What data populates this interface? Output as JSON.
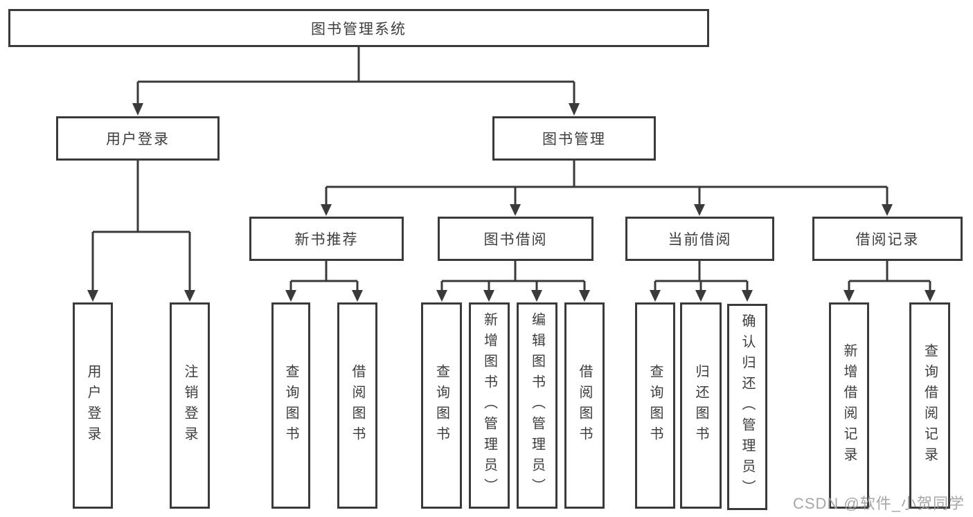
{
  "tree": {
    "root": {
      "label": "图书管理系统",
      "children": [
        {
          "label": "用户登录",
          "children": [
            {
              "label": "用户登录"
            },
            {
              "label": "注销登录"
            }
          ]
        },
        {
          "label": "图书管理",
          "children": [
            {
              "label": "新书推荐",
              "children": [
                {
                  "label": "查询图书"
                },
                {
                  "label": "借阅图书"
                }
              ]
            },
            {
              "label": "图书借阅",
              "children": [
                {
                  "label": "查询图书"
                },
                {
                  "label": "新增图书（管理员）"
                },
                {
                  "label": "编辑图书（管理员）"
                },
                {
                  "label": "借阅图书"
                }
              ]
            },
            {
              "label": "当前借阅",
              "children": [
                {
                  "label": "查询图书"
                },
                {
                  "label": "归还图书"
                },
                {
                  "label": "确认归还（管理员）"
                }
              ]
            },
            {
              "label": "借阅记录",
              "children": [
                {
                  "label": "新增借阅记录"
                },
                {
                  "label": "查询借阅记录"
                }
              ]
            }
          ]
        }
      ]
    }
  },
  "watermark": {
    "text": "CSDN @软件_小贺同学"
  },
  "colors": {
    "line": "#3a3a3a",
    "text": "#3d3d3d",
    "box_background": "#ffffff",
    "page_background": "#ffffff",
    "watermark": "#9e9e9e"
  }
}
